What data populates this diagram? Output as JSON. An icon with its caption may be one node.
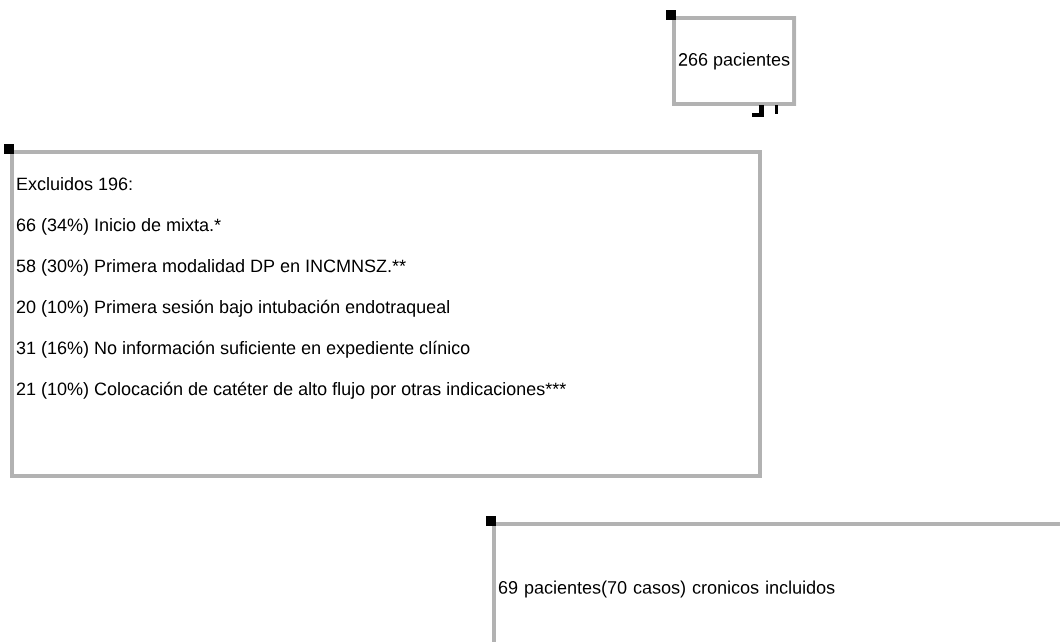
{
  "diagram": {
    "nodes": [
      {
        "text": [
          "266 pacientes"
        ]
      },
      {
        "text": [
          "Excluidos 196:",
          "66 (34%) Inicio de mixta.*",
          "58 (30%) Primera modalidad DP en INCMNSZ.**",
          "20 (10%) Primera sesión bajo intubación endotraqueal",
          "31 (16%) No información suficiente en expediente clínico",
          "21 (10%) Colocación de catéter de alto flujo por otras indicaciones***"
        ]
      },
      {
        "text": [
          "69 pacientes(70 casos) cronicos incluidos"
        ]
      }
    ]
  }
}
